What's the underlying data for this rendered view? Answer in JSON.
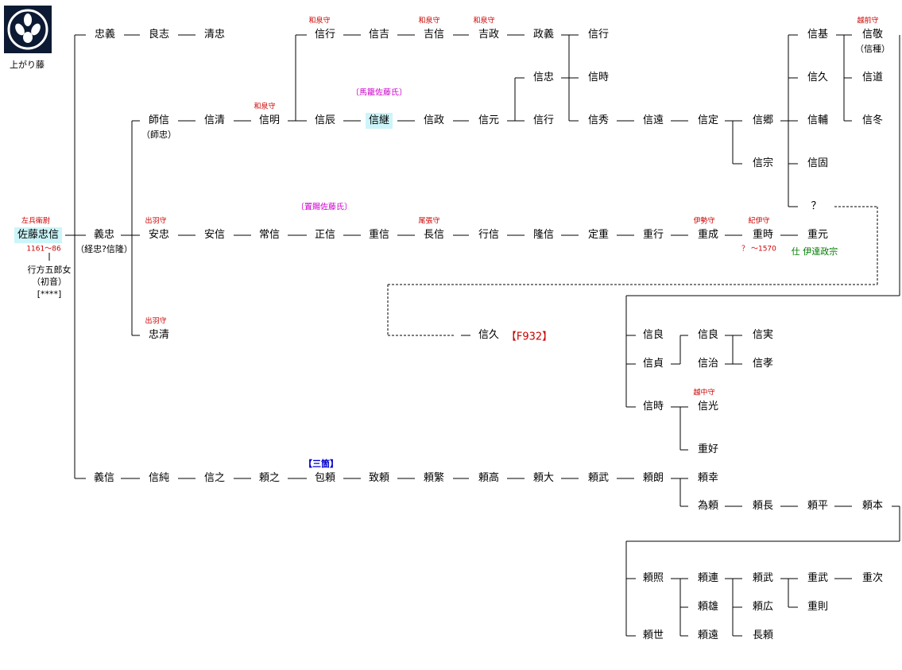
{
  "crest": {
    "label": "上がり藤"
  },
  "names": {
    "tadanobu": "佐藤忠信",
    "tadayoshi": "忠義",
    "ryoshi": "良志",
    "kiyotada": "清忠",
    "morinobu": "師信",
    "nobukiyo": "信清",
    "nobuaki": "信明",
    "nobuyuki_a": "信行",
    "nobuyoshi": "信吉",
    "yoshinobu": "吉信",
    "yoshimasa": "吉政",
    "masayoshi": "政義",
    "nobuyuki_b": "信行",
    "nobutatsu": "信辰",
    "nobutsugu": "信継",
    "nobumasa": "信政",
    "nobumoto": "信元",
    "nobutada": "信忠",
    "nobuyuki_c": "信行",
    "nobutoki_a": "信時",
    "nobuhide": "信秀",
    "nobutoo": "信遠",
    "nobusada": "信定",
    "nobusato": "信郷",
    "nobumune": "信宗",
    "nobumoto2": "信基",
    "nobuhisa_a": "信久",
    "nobusuke": "信輔",
    "nobukata": "信固",
    "unknown": "？",
    "nobutaka": "信敬",
    "nobumichi": "信道",
    "nobufuyu": "信冬",
    "yoshitada": "義忠",
    "yasutada": "安忠",
    "yasunobu": "安信",
    "tsunenobu": "常信",
    "masanobu": "正信",
    "shigenobu": "重信",
    "naganobu": "長信",
    "yukinobu": "行信",
    "takanobu": "隆信",
    "sadashige": "定重",
    "shigeyuki": "重行",
    "shigenari": "重成",
    "shigetoki": "重時",
    "shigemoto": "重元",
    "tadakiyo": "忠清",
    "nobuhisa_b": "信久",
    "nobuyoshi_a": "信良",
    "nobusada2": "信貞",
    "nobuyoshi_b": "信良",
    "nobuharu": "信治",
    "nobuzane": "信実",
    "nobutaka2": "信孝",
    "nobutoki_b": "信時",
    "nobumitsu": "信光",
    "shigeyoshi": "重好",
    "yoshinobu2": "義信",
    "nobuzumi": "信純",
    "nobuyuki_d": "信之",
    "yoriyuki": "頼之",
    "kanenori": "包頼",
    "muneyori": "致頼",
    "yorishige": "頼繁",
    "yoritaka": "頼高",
    "yorihiro": "頼大",
    "yoritake": "頼武",
    "yoriaki": "頼朗",
    "yorisachi": "頼幸",
    "tameyori": "為頼",
    "yorinaga": "頼長",
    "yorihira": "頼平",
    "yorimoto": "頼本",
    "yoriteru": "頼照",
    "yoriyo": "頼世",
    "yoritsura": "頼連",
    "yorio": "頼雄",
    "yoritoo": "頼遠",
    "yoritake2": "頼武",
    "yorihiro2": "頼広",
    "nagayori": "長頼",
    "shigetake": "重武",
    "shigenori": "重則",
    "shigetsugu": "重次"
  },
  "titles": {
    "saemon": "左兵衛尉",
    "izumi1": "和泉守",
    "izumi2": "和泉守",
    "izumi3": "和泉守",
    "izumi4": "和泉守",
    "echizen": "越前守",
    "dewa1": "出羽守",
    "dewa2": "出羽守",
    "owari": "尾張守",
    "ise": "伊勢守",
    "kii": "紀伊守",
    "etchu": "越中守"
  },
  "notes": {
    "tadanobu_years": "1161～86",
    "tadanobu_wife1": "行方五郎女",
    "tadanobu_wife2": "（初音）",
    "tadanobu_wife3": "[****]",
    "yoshitada_alt": "（経忠?信隆）",
    "morinobu_alt": "（師忠）",
    "nobutaka_alt": "（信種）",
    "shigetoki_years": "？ ～1570",
    "shigemoto_note": "仕 伊達政宗",
    "clan_mabuchi": "〔馬籠佐藤氏〕",
    "clan_oitama": "〔置賜佐藤氏〕",
    "sanko": "【三箇】",
    "ref_f932": "【F932】"
  }
}
